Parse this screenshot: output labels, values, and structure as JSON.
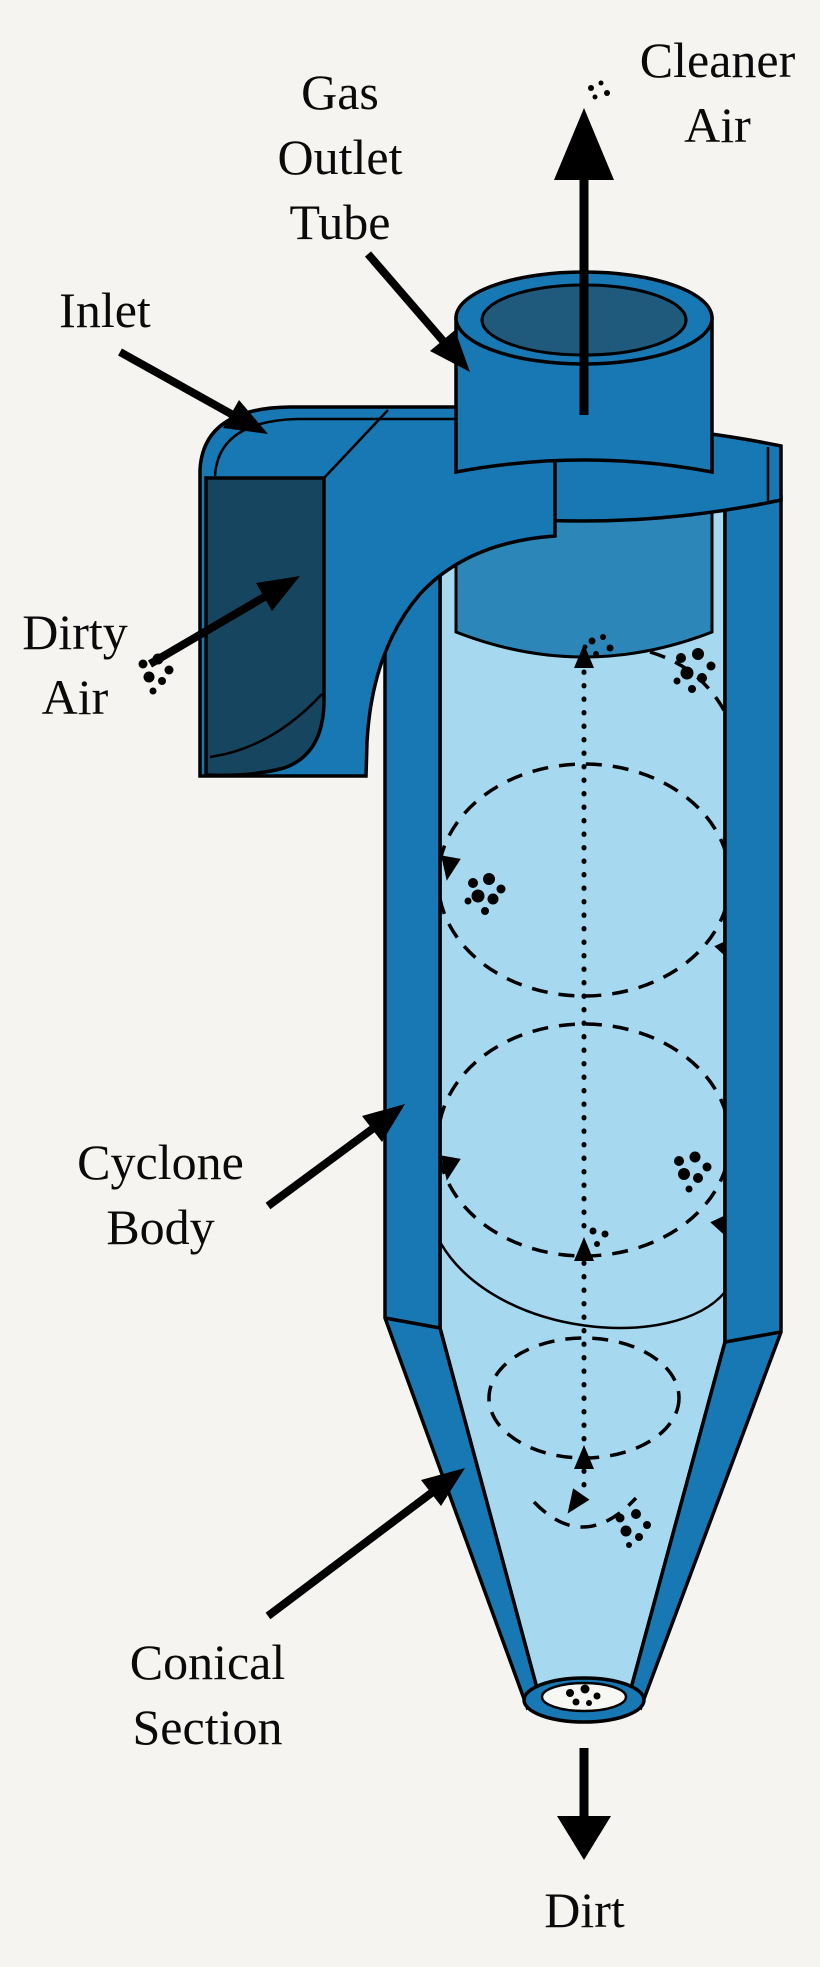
{
  "diagram": {
    "labels": {
      "gas_outlet_tube": [
        "Gas",
        "Outlet",
        "Tube"
      ],
      "cleaner_air": [
        "Cleaner",
        "Air"
      ],
      "inlet": [
        "Inlet"
      ],
      "dirty_air": [
        "Dirty",
        "Air"
      ],
      "cyclone_body": [
        "Cyclone",
        "Body"
      ],
      "conical_section": [
        "Conical",
        "Section"
      ],
      "dirt": [
        "Dirt"
      ]
    }
  },
  "colors": {
    "background": "#f5f4f1",
    "wall_blue": "#1878b3",
    "interior_blue": "#a6d9f0",
    "inner_tube_blue": "#2d86b8",
    "inlet_opening_navy": "#16455f",
    "tube_opening_navy": "#1f5a7c",
    "outline": "#000000",
    "text": "#0a0a0a",
    "arrow": "#000000"
  }
}
